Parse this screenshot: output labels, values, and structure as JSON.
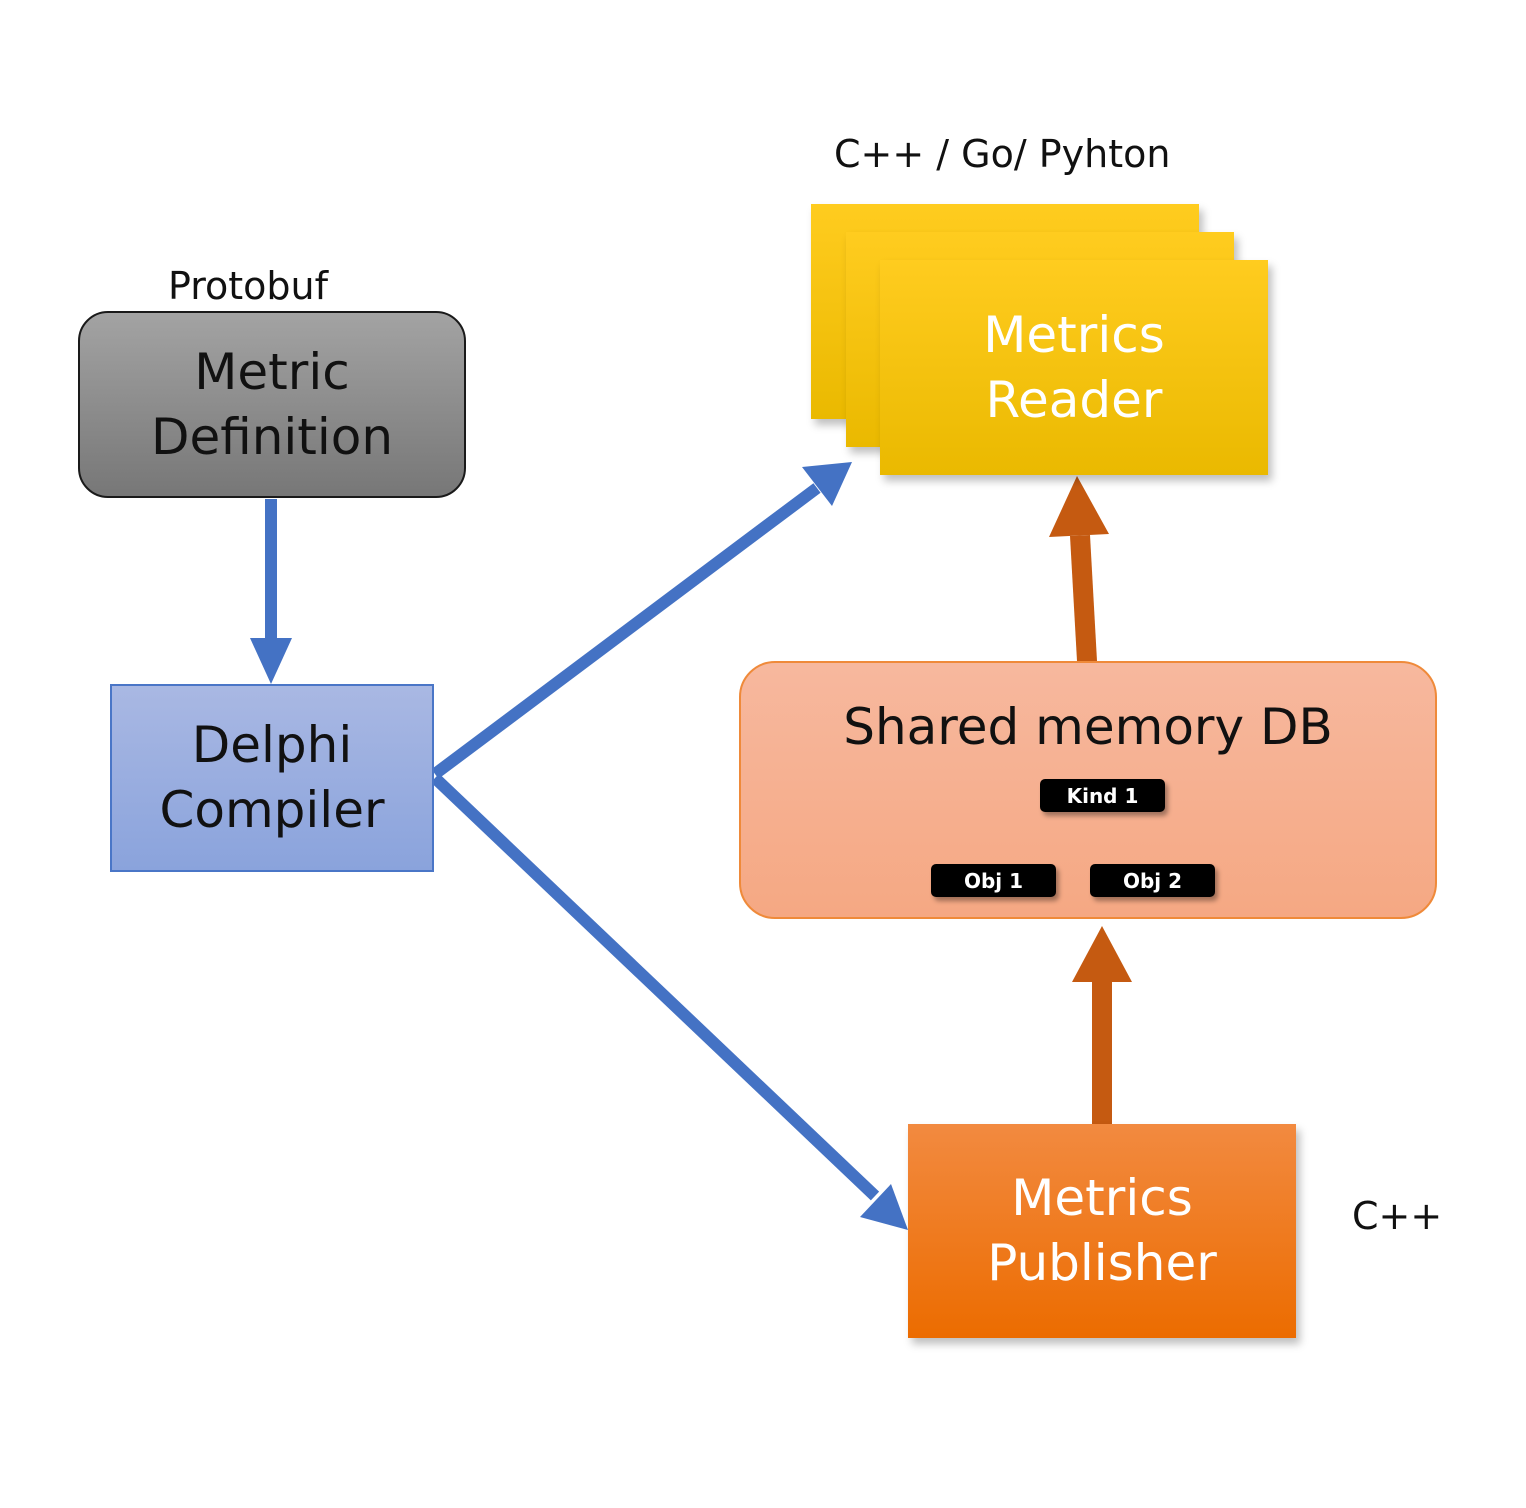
{
  "labels": {
    "protobuf": "Protobuf",
    "reader_langs": "C++ / Go/ Pyhton",
    "publisher_lang": "C++"
  },
  "nodes": {
    "metric_definition": {
      "line1": "Metric",
      "line2": "Definition"
    },
    "delphi_compiler": {
      "line1": "Delphi",
      "line2": "Compiler"
    },
    "metrics_reader": {
      "line1": "Metrics",
      "line2": "Reader"
    },
    "shared_memory_db": {
      "title": "Shared memory DB",
      "kind": "Kind 1",
      "obj1": "Obj 1",
      "obj2": "Obj 2"
    },
    "metrics_publisher": {
      "line1": "Metrics",
      "line2": "Publisher"
    }
  },
  "colors": {
    "blue_arrow": "#4472c4",
    "orange_arrow": "#c55a11",
    "definition_fill": "#8c8c8c",
    "compiler_fill": "#9aaee0",
    "reader_fill": "#ffc000",
    "db_fill": "#f6b092",
    "publisher_fill": "#ed7d31"
  },
  "edges": [
    {
      "from": "metric_definition",
      "to": "delphi_compiler"
    },
    {
      "from": "delphi_compiler",
      "to": "metrics_reader"
    },
    {
      "from": "delphi_compiler",
      "to": "metrics_publisher"
    },
    {
      "from": "metrics_publisher",
      "to": "shared_memory_db"
    },
    {
      "from": "shared_memory_db",
      "to": "metrics_reader"
    }
  ]
}
